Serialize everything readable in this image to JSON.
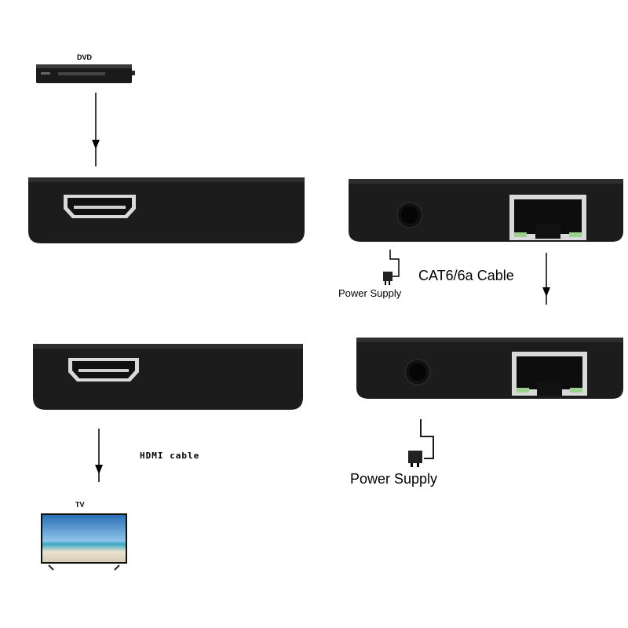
{
  "labels": {
    "dvd": "DVD",
    "tv": "TV",
    "hdmi_cable": "HDMI cable",
    "cat_cable": "CAT6/6a Cable",
    "power_supply_top": "Power Supply",
    "power_supply_bottom": "Power Supply"
  },
  "devices": [
    {
      "name": "dvd-player",
      "type": "source"
    },
    {
      "name": "transmitter-hdmi-side",
      "port": "HDMI"
    },
    {
      "name": "transmitter-network-side",
      "ports": [
        "DC power",
        "RJ45"
      ]
    },
    {
      "name": "receiver-network-side",
      "ports": [
        "DC power",
        "RJ45"
      ]
    },
    {
      "name": "receiver-hdmi-side",
      "port": "HDMI"
    },
    {
      "name": "television",
      "type": "display"
    }
  ],
  "colors": {
    "device_body": "#1c1c1c",
    "device_top": "#2a2a2a",
    "port_metal": "#d9d9d9",
    "led_green": "#9bd08f",
    "arrow": "#000000"
  }
}
